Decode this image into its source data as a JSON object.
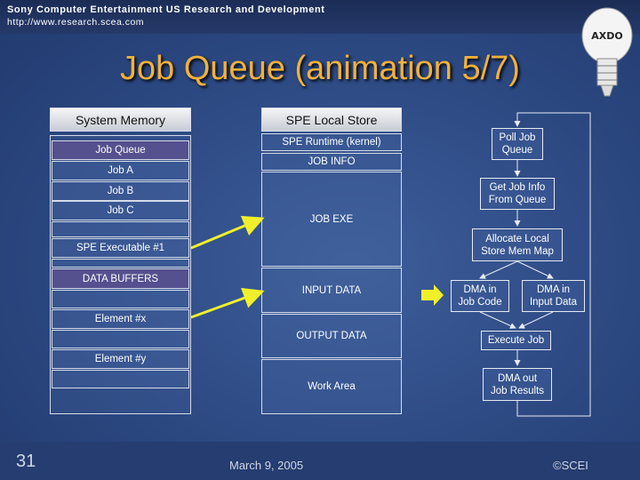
{
  "header": {
    "company": "Sony Computer Entertainment US Research and Development",
    "url": "http://www.research.scea.com"
  },
  "logo": {
    "text": "AXDO",
    "icon": "lightbulb-icon"
  },
  "title": "Job Queue (animation 5/7)",
  "system_memory": {
    "header": "System Memory",
    "rows": [
      "Job Queue",
      "Job A",
      "Job B",
      "Job C",
      "SPE Executable #1",
      "DATA BUFFERS",
      "Element #x",
      "Element #y"
    ]
  },
  "spe_local_store": {
    "header": "SPE Local Store",
    "rows": [
      "SPE Runtime (kernel)",
      "JOB INFO",
      "JOB EXE",
      "INPUT DATA",
      "OUTPUT DATA",
      "Work Area"
    ]
  },
  "flow": {
    "poll": "Poll Job\nQueue",
    "get_info": "Get Job Info\nFrom Queue",
    "allocate": "Allocate Local\nStore Mem Map",
    "dma_code": "DMA in\nJob Code",
    "dma_input": "DMA in\nInput Data",
    "execute": "Execute Job",
    "dma_out": "DMA out\nJob Results"
  },
  "footer": {
    "page": "31",
    "date": "March 9, 2005",
    "copyright": "©SCEI"
  },
  "colors": {
    "title": "#f3b13a",
    "arrow": "#f0f02a",
    "highlight": "#55508e"
  }
}
